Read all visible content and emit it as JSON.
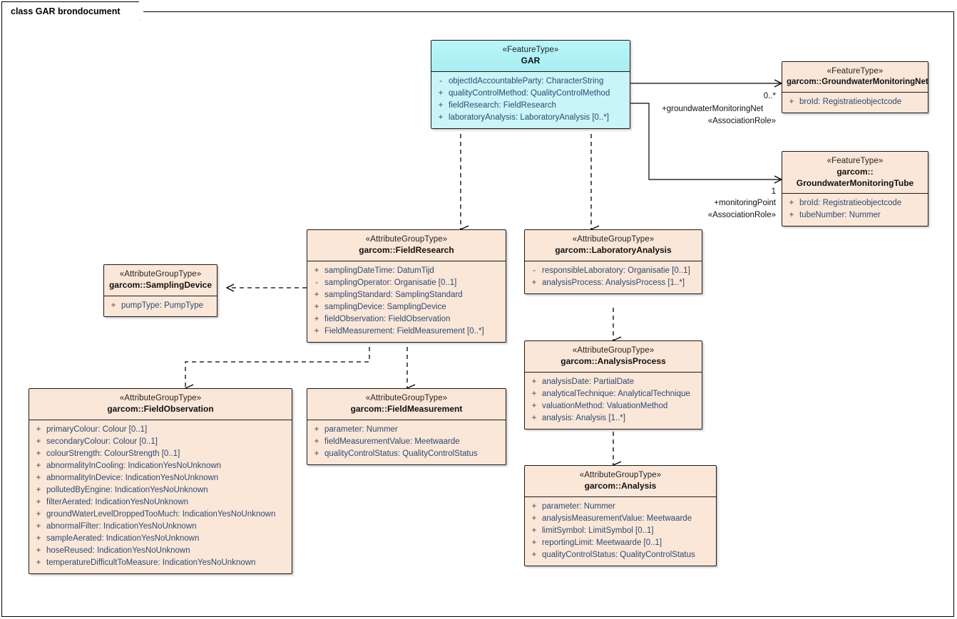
{
  "diagram": {
    "title": "class GAR brondocument"
  },
  "classes": {
    "gar": {
      "stereotype": "«FeatureType»",
      "name": "GAR",
      "attributes": [
        {
          "vis": "-",
          "text": "objectIdAccountableParty: CharacterString"
        },
        {
          "vis": "+",
          "text": "qualityControlMethod: QualityControlMethod"
        },
        {
          "vis": "+",
          "text": "fieldResearch: FieldResearch"
        },
        {
          "vis": "+",
          "text": "laboratoryAnalysis: LaboratoryAnalysis [0..*]"
        }
      ]
    },
    "gwMonitoringNet": {
      "stereotype": "«FeatureType»",
      "name": "garcom::GroundwaterMonitoringNet",
      "attributes": [
        {
          "vis": "+",
          "text": "broId: Registratieobjectcode"
        }
      ]
    },
    "gwMonitoringTube": {
      "stereotype": "«FeatureType»",
      "name": "garcom::\nGroundwaterMonitoringTube",
      "name_line1": "garcom::",
      "name_line2": "GroundwaterMonitoringTube",
      "attributes": [
        {
          "vis": "+",
          "text": "broId: Registratieobjectcode"
        },
        {
          "vis": "+",
          "text": "tubeNumber: Nummer"
        }
      ]
    },
    "fieldResearch": {
      "stereotype": "«AttributeGroupType»",
      "name": "garcom::FieldResearch",
      "attributes": [
        {
          "vis": "+",
          "text": "samplingDateTime: DatumTijd"
        },
        {
          "vis": "-",
          "text": "samplingOperator: Organisatie [0..1]"
        },
        {
          "vis": "+",
          "text": "samplingStandard: SamplingStandard"
        },
        {
          "vis": "+",
          "text": "samplingDevice: SamplingDevice"
        },
        {
          "vis": "+",
          "text": "fieldObservation: FieldObservation"
        },
        {
          "vis": "+",
          "text": "FieldMeasurement: FieldMeasurement [0..*]"
        }
      ]
    },
    "samplingDevice": {
      "stereotype": "«AttributeGroupType»",
      "name": "garcom::SamplingDevice",
      "attributes": [
        {
          "vis": "+",
          "text": "pumpType: PumpType"
        }
      ]
    },
    "laboratoryAnalysis": {
      "stereotype": "«AttributeGroupType»",
      "name": "garcom::LaboratoryAnalysis",
      "attributes": [
        {
          "vis": "-",
          "text": "responsibleLaboratory: Organisatie [0..1]"
        },
        {
          "vis": "+",
          "text": "analysisProcess: AnalysisProcess [1..*]"
        }
      ]
    },
    "analysisProcess": {
      "stereotype": "«AttributeGroupType»",
      "name": "garcom::AnalysisProcess",
      "attributes": [
        {
          "vis": "+",
          "text": "analysisDate: PartialDate"
        },
        {
          "vis": "+",
          "text": "analyticalTechnique: AnalyticalTechnique"
        },
        {
          "vis": "+",
          "text": "valuationMethod: ValuationMethod"
        },
        {
          "vis": "+",
          "text": "analysis: Analysis [1..*]"
        }
      ]
    },
    "analysis": {
      "stereotype": "«AttributeGroupType»",
      "name": "garcom::Analysis",
      "attributes": [
        {
          "vis": "+",
          "text": "parameter: Nummer"
        },
        {
          "vis": "+",
          "text": "analysisMeasurementValue: Meetwaarde"
        },
        {
          "vis": "+",
          "text": "limitSymbol: LimitSymbol [0..1]"
        },
        {
          "vis": "+",
          "text": "reportingLimit: Meetwaarde [0..1]"
        },
        {
          "vis": "+",
          "text": "qualityControlStatus: QualityControlStatus"
        }
      ]
    },
    "fieldObservation": {
      "stereotype": "«AttributeGroupType»",
      "name": "garcom::FieldObservation",
      "attributes": [
        {
          "vis": "+",
          "text": "primaryColour: Colour [0..1]"
        },
        {
          "vis": "+",
          "text": "secondaryColour: Colour [0..1]"
        },
        {
          "vis": "+",
          "text": "colourStrength: ColourStrength [0..1]"
        },
        {
          "vis": "+",
          "text": "abnormalityInCooling: IndicationYesNoUnknown"
        },
        {
          "vis": "+",
          "text": "abnormalityInDevice: IndicationYesNoUnknown"
        },
        {
          "vis": "+",
          "text": "pollutedByEngine: IndicationYesNoUnknown"
        },
        {
          "vis": "+",
          "text": "filterAerated: IndicationYesNoUnknown"
        },
        {
          "vis": "+",
          "text": "groundWaterLevelDroppedTooMuch: IndicationYesNoUnknown"
        },
        {
          "vis": "+",
          "text": "abnormalFilter: IndicationYesNoUnknown"
        },
        {
          "vis": "+",
          "text": "sampleAerated: IndicationYesNoUnknown"
        },
        {
          "vis": "+",
          "text": "hoseReused: IndicationYesNoUnknown"
        },
        {
          "vis": "+",
          "text": "temperatureDifficultToMeasure: IndicationYesNoUnknown"
        }
      ]
    },
    "fieldMeasurement": {
      "stereotype": "«AttributeGroupType»",
      "name": "garcom::FieldMeasurement",
      "attributes": [
        {
          "vis": "+",
          "text": "parameter: Nummer"
        },
        {
          "vis": "+",
          "text": "fieldMeasurementValue: Meetwaarde"
        },
        {
          "vis": "+",
          "text": "qualityControlStatus: QualityControlStatus"
        }
      ]
    }
  },
  "connector_labels": {
    "net_multiplicity": "0..*",
    "net_role": "+groundwaterMonitoringNet",
    "net_stereotype": "«AssociationRole»",
    "tube_multiplicity": "1",
    "tube_role": "+monitoringPoint",
    "tube_stereotype": "«AssociationRole»"
  },
  "colors": {
    "class_fill": "#fbe7d8",
    "gar_fill": "#b9f6fa",
    "border": "#1a1a1a",
    "attribute_text": "#2b4a73"
  }
}
